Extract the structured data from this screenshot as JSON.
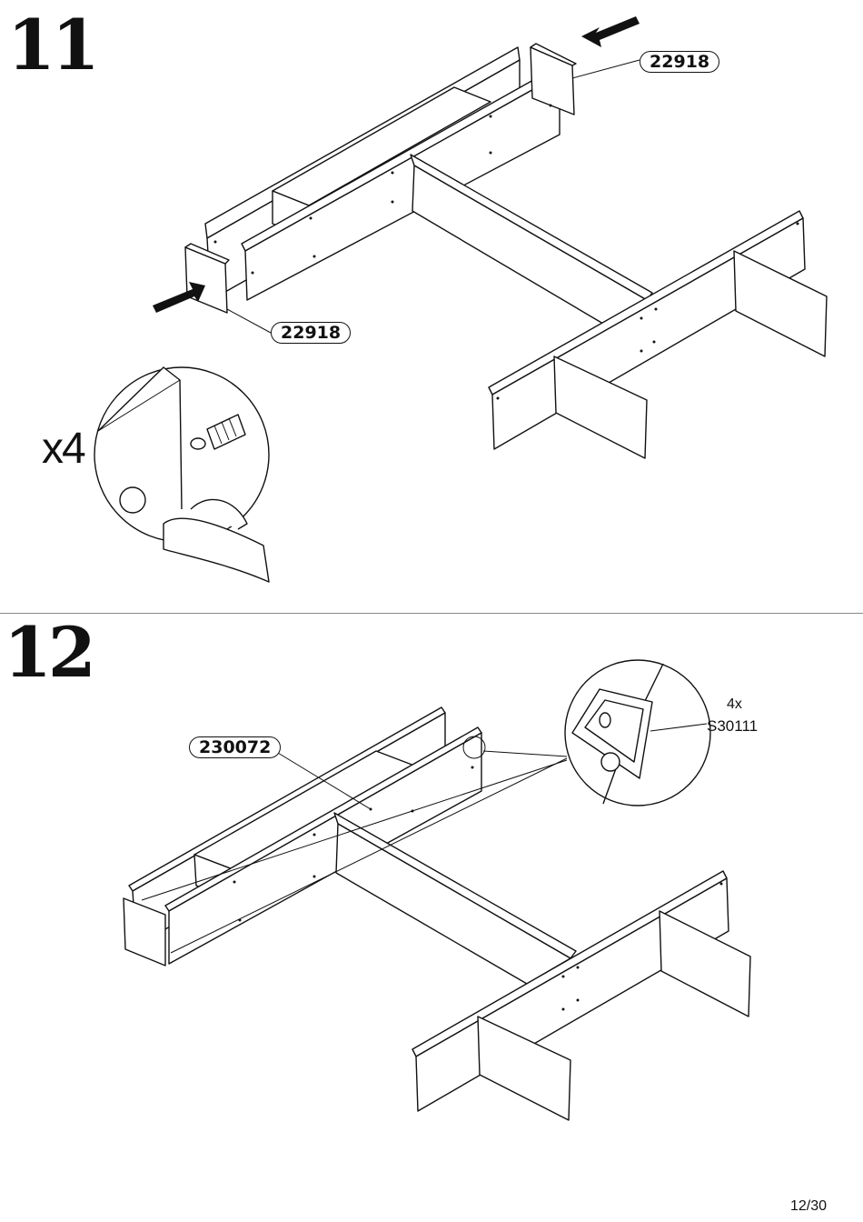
{
  "steps": [
    {
      "number": "11",
      "part_labels": [
        "22918",
        "22918"
      ],
      "quantity": "x4"
    },
    {
      "number": "12",
      "part_labels": [
        "230072"
      ],
      "hardware": {
        "quantity": "4x",
        "code": "S30111"
      }
    }
  ],
  "page": {
    "number": "12/30"
  }
}
